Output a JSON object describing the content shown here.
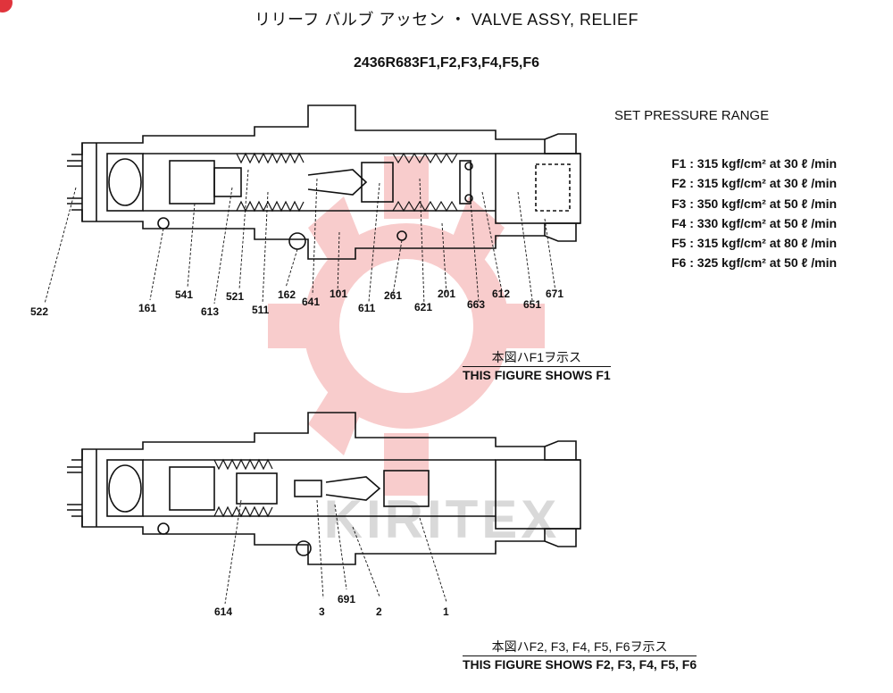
{
  "title": "リリーフ バルブ アッセン ・ VALVE ASSY, RELIEF",
  "part_number": "2436R683F1,F2,F3,F4,F5,F6",
  "set_pressure": {
    "heading": "SET PRESSURE RANGE",
    "rows": [
      "F1 : 315 kgf/cm² at 30 ℓ /min",
      "F2 : 315 kgf/cm² at 30 ℓ /min",
      "F3 : 350 kgf/cm² at 50 ℓ /min",
      "F4 : 330 kgf/cm² at 50 ℓ /min",
      "F5 : 315 kgf/cm² at 80 ℓ /min",
      "F6 : 325 kgf/cm² at 50 ℓ /min"
    ]
  },
  "caption_top": {
    "jp": "本図ハF1ヲ示ス",
    "en": "THIS FIGURE SHOWS F1"
  },
  "caption_bottom": {
    "jp": "本図ハF2, F3, F4, F5, F6ヲ示ス",
    "en": "THIS FIGURE SHOWS F2, F3, F4, F5, F6"
  },
  "labels_top": [
    "522",
    "161",
    "541",
    "613",
    "521",
    "511",
    "162",
    "641",
    "101",
    "611",
    "261",
    "621",
    "201",
    "663",
    "612",
    "651",
    "671"
  ],
  "labels_bottom": [
    "614",
    "3",
    "691",
    "2",
    "1"
  ],
  "watermark": "KIRITEX",
  "colors": {
    "line": "#111111",
    "watermark": "#f2a6a6",
    "badge": "#e0343c"
  }
}
